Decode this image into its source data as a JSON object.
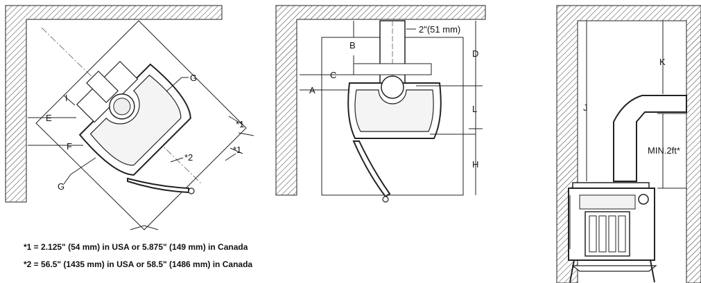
{
  "corner_view": {
    "labels": {
      "G_top": "G",
      "G_bottom": "G",
      "I": "I",
      "E": "E",
      "F": "F",
      "star2": "*2",
      "star1_top": "*1",
      "star1_bottom": "*1"
    }
  },
  "parallel_view": {
    "labels": {
      "A": "A",
      "B": "B",
      "C": "C",
      "D": "D",
      "L": "L",
      "H": "H",
      "pipe_clearance": "2\"(51 mm)"
    }
  },
  "side_view": {
    "labels": {
      "J": "J",
      "K": "K",
      "min": "MIN.2ft*"
    }
  },
  "notes": {
    "note1_mark": "*",
    "note1": "1 = 2.125\" (54 mm) in USA or 5.875\" (149 mm) in Canada",
    "note2_mark": "*",
    "note2": "2 = 56.5\" (1435 mm) in USA or 58.5\" (1486 mm) in Canada"
  }
}
